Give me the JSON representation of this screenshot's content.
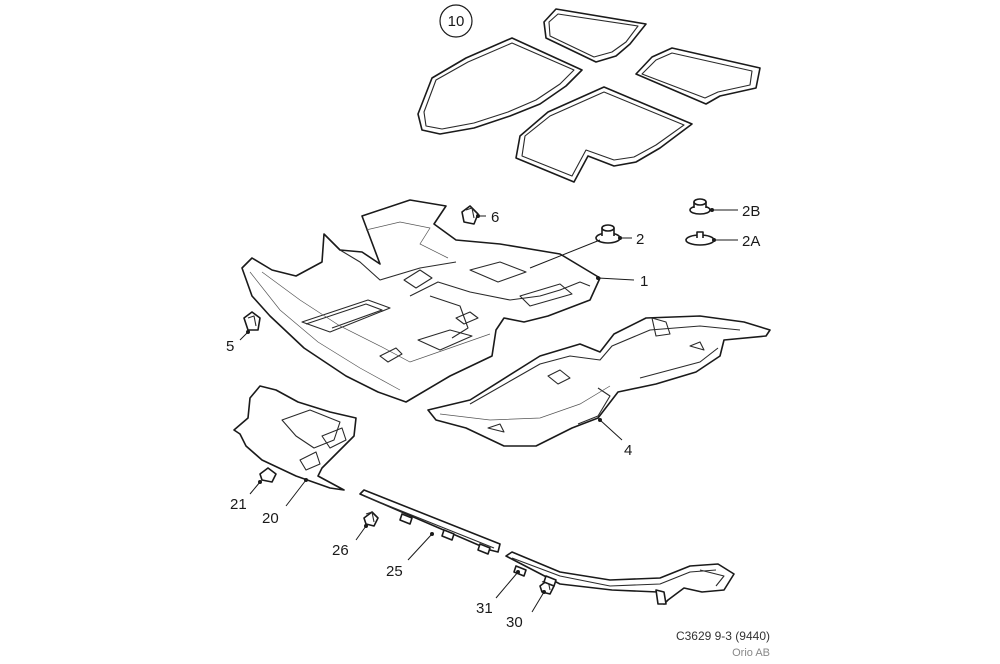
{
  "callouts": {
    "c10": "10",
    "c6": "6",
    "c2": "2",
    "c2b": "2B",
    "c2a": "2A",
    "c1": "1",
    "c5": "5",
    "c4": "4",
    "c21": "21",
    "c20": "20",
    "c26": "26",
    "c25": "25",
    "c31": "31",
    "c30": "30"
  },
  "footer": {
    "code": "C3629 9-3 (9440)",
    "owner": "Orio AB"
  }
}
